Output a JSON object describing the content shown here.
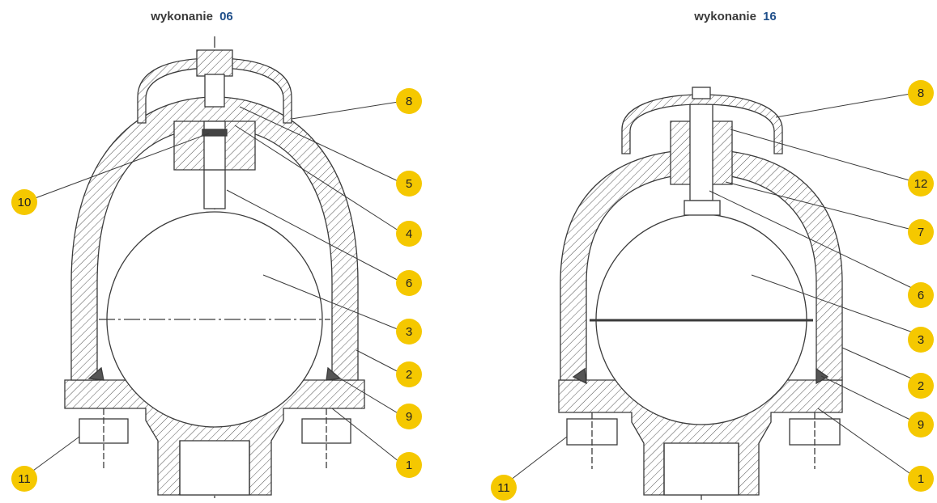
{
  "colors": {
    "title_text": "#3a3a3a",
    "title_accent": "#1f4f8a",
    "callout_fill": "#f5c800",
    "line": "#3a3a3a"
  },
  "variants": [
    {
      "title_prefix": "wykonanie",
      "title_number": "06",
      "callouts": [
        "8",
        "5",
        "4",
        "6",
        "3",
        "2",
        "9",
        "1",
        "10",
        "11"
      ]
    },
    {
      "title_prefix": "wykonanie",
      "title_number": "16",
      "callouts": [
        "8",
        "12",
        "7",
        "6",
        "3",
        "2",
        "9",
        "1",
        "11"
      ]
    }
  ]
}
